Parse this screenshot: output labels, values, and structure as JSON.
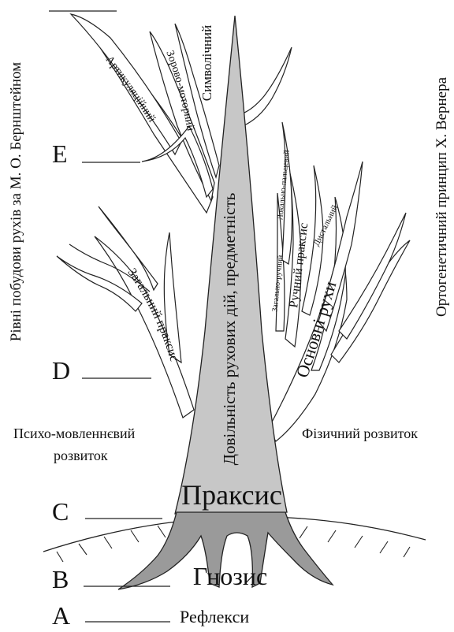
{
  "left_side_label": "Рівні побудови рухів за М. О. Бернштейном",
  "right_side_label": "Ортогенетичний принцип Х. Вернера",
  "trunk_label": "Довільність рухових дій, предметність",
  "praxis_label": "Праксис",
  "gnosis_label": "Гнозис",
  "reflexes_label": "Рефлекси",
  "psycho_speech_line1": "Психо-мовленнєвий",
  "psycho_speech_line2": "розвиток",
  "physical_development": "Фізичний розвиток",
  "levels": {
    "A": "A",
    "B": "B",
    "C": "C",
    "D": "D",
    "E": "E"
  },
  "branches": {
    "articulatory": "Артикуляційний",
    "visual_motor": "Зорово-моторний",
    "symbolic": "Символічний",
    "general_praxis": "Загальний праксис",
    "manual_praxis": "Ручний праксис",
    "basic_movements": "Основні рухи",
    "distal": "Дистальний",
    "local_finger": "Локально-пальцевий",
    "general_manual": "Загально-ручний"
  },
  "colors": {
    "trunk_fill": "#c7c7c7",
    "root_fill": "#9a9a9a",
    "line": "#222222"
  }
}
